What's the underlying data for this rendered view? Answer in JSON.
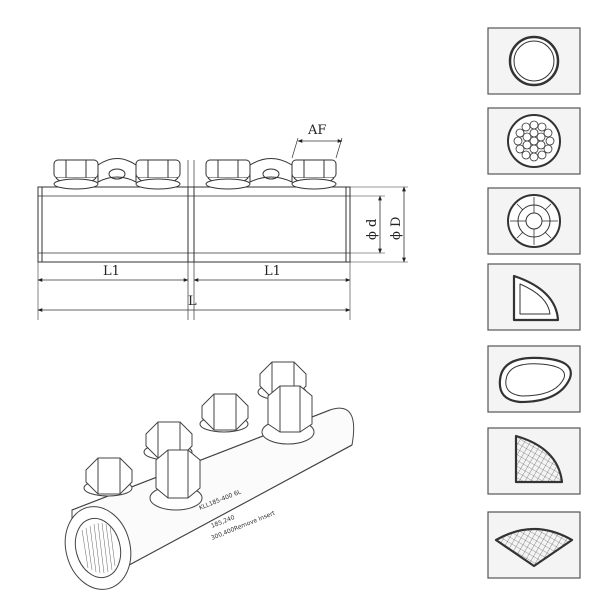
{
  "drawing": {
    "dim_af": "AF",
    "dim_d_inner": "ϕ d",
    "dim_d_outer": "ϕ D",
    "dim_l1_left": "L1",
    "dim_l1_right": "L1",
    "dim_l_total": "L"
  },
  "product": {
    "model_label": "KLL185-400 6L",
    "range_line1": "185,240",
    "range_line2": "300,400Remove Insert"
  },
  "cross_sections": [
    {
      "shape": "round-solid"
    },
    {
      "shape": "round-stranded"
    },
    {
      "shape": "round-compacted-stranded"
    },
    {
      "shape": "sector-solid"
    },
    {
      "shape": "oval-solid"
    },
    {
      "shape": "sector-stranded"
    },
    {
      "shape": "sector-stranded-wide"
    }
  ],
  "colors": {
    "line": "#333333",
    "frame": "#555555",
    "panel_bg": "#f4f4f4"
  }
}
